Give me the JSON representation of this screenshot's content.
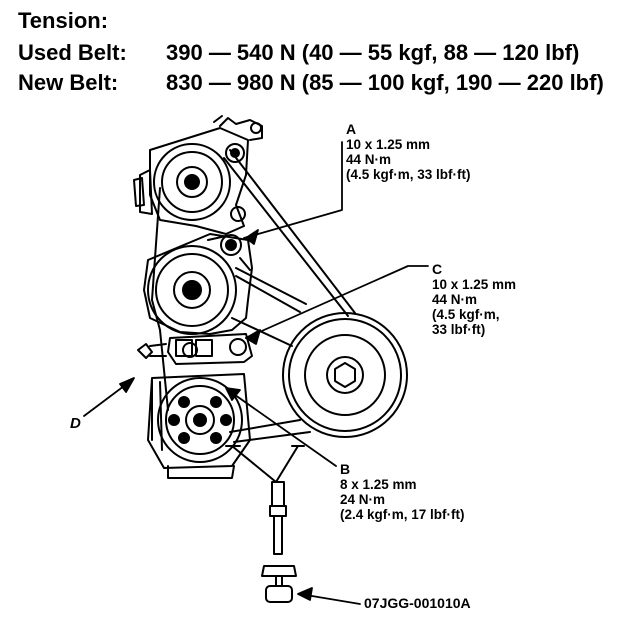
{
  "header": {
    "title": "Tension:",
    "used_label": "Used Belt:",
    "used_value": "390 — 540 N (40 — 55 kgf, 88 — 120 lbf)",
    "new_label": "New Belt:",
    "new_value": "830 — 980 N (85 — 100 kgf, 190 — 220 lbf)"
  },
  "callouts": {
    "a": {
      "letter": "A",
      "bolt": "10 x 1.25 mm",
      "torque": "44 N·m",
      "alt": "(4.5 kgf·m, 33 lbf·ft)"
    },
    "b": {
      "letter": "B",
      "bolt": "8 x 1.25 mm",
      "torque": "24 N·m",
      "alt": "(2.4 kgf·m, 17 lbf·ft)"
    },
    "c": {
      "letter": "C",
      "bolt": "10 x 1.25 mm",
      "torque": "44 N·m",
      "alt1": "(4.5 kgf·m,",
      "alt2": "33 lbf·ft)"
    },
    "d": {
      "letter": "D"
    },
    "tool": {
      "label": "07JGG-001010A"
    }
  }
}
